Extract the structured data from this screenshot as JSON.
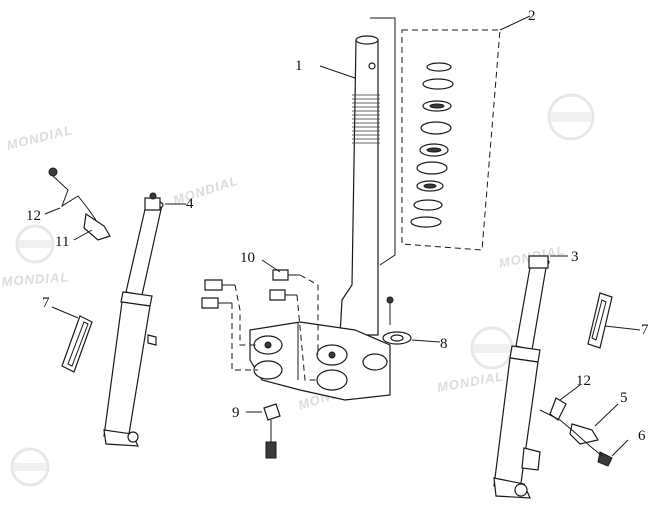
{
  "watermark": {
    "brand_text": "MONDIAL",
    "logo_icon": "mondial-logo"
  },
  "callouts": {
    "c1": "1",
    "c2": "2",
    "c3": "3",
    "c4": "4",
    "c5": "5",
    "c6": "6",
    "c7_left": "7",
    "c7_right": "7",
    "c8": "8",
    "c9": "9",
    "c10": "10",
    "c11": "11",
    "c12_left": "12",
    "c12_right": "12"
  }
}
